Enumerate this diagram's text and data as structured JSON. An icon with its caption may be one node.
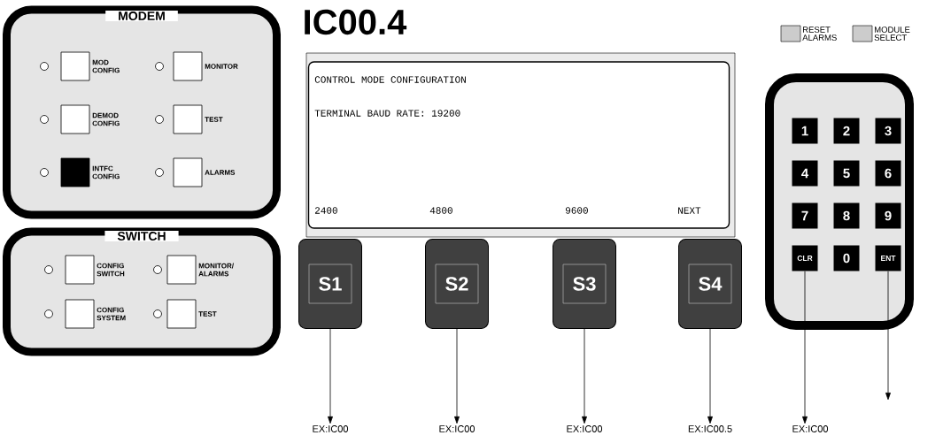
{
  "diagram": {
    "title": "IC00.4",
    "nodes": [
      {
        "text": [
          "MODEM"
        ]
      },
      {
        "text": [
          "MOD CONFIG"
        ],
        "in": 0
      },
      {
        "text": [
          "MONITOR"
        ],
        "in": 0
      },
      {
        "text": [
          "DEMOD CONFIG"
        ],
        "in": 0
      },
      {
        "text": [
          "TEST"
        ],
        "in": 0
      },
      {
        "text": [
          "INTFC CONFIG"
        ],
        "in": 0
      },
      {
        "text": [
          "ALARMS"
        ],
        "in": 0
      },
      {
        "text": [
          "SWITCH"
        ]
      },
      {
        "text": [
          "CONFIG SWITCH"
        ],
        "in": 7
      },
      {
        "text": [
          "MONITOR/ ALARMS"
        ],
        "in": 7
      },
      {
        "text": [
          "CONFIG SYSTEM"
        ],
        "in": 7
      },
      {
        "text": [
          "TEST"
        ],
        "in": 7
      },
      {
        "text": [
          "RESET ALARMS"
        ]
      },
      {
        "text": [
          "MODULE SELECT"
        ]
      },
      {
        "text": [
          "CONTROL MODE CONFIGURATION",
          "TERMINAL BAUD RATE: 19200",
          "2400",
          "4800",
          "9600",
          "NEXT"
        ]
      },
      {
        "text": [
          "S1"
        ]
      },
      {
        "text": [
          "S2"
        ]
      },
      {
        "text": [
          "S3"
        ]
      },
      {
        "text": [
          "S4"
        ]
      },
      {
        "text": [],
        "shape": "box"
      },
      {
        "text": [
          "1"
        ],
        "in": 19
      },
      {
        "text": [
          "2"
        ],
        "in": 19
      },
      {
        "text": [
          "3"
        ],
        "in": 19
      },
      {
        "text": [
          "4"
        ],
        "in": 19
      },
      {
        "text": [
          "5"
        ],
        "in": 19
      },
      {
        "text": [
          "6"
        ],
        "in": 19
      },
      {
        "text": [
          "7"
        ],
        "in": 19
      },
      {
        "text": [
          "8"
        ],
        "in": 19
      },
      {
        "text": [
          "9"
        ],
        "in": 19
      },
      {
        "text": [
          "CLR"
        ],
        "in": 19
      },
      {
        "text": [
          "0"
        ],
        "in": 19
      },
      {
        "text": [
          "ENT"
        ],
        "in": 19
      },
      {
        "text": [
          "EX:IC00"
        ]
      },
      {
        "text": [
          "EX:IC00"
        ]
      },
      {
        "text": [
          "EX:IC00"
        ]
      },
      {
        "text": [
          "EX:IC00.5"
        ]
      },
      {
        "text": [
          "EX:IC00"
        ]
      }
    ],
    "edges": [
      {
        "from": 15,
        "to": 32,
        "arrow": "to"
      },
      {
        "from": 16,
        "to": 33,
        "arrow": "to"
      },
      {
        "from": 17,
        "to": 34,
        "arrow": "to"
      },
      {
        "from": 18,
        "to": 35,
        "arrow": "to"
      },
      {
        "from": 29,
        "to": 36,
        "arrow": "to"
      },
      {
        "from": 31,
        "to": null,
        "arrow": "to"
      }
    ]
  }
}
